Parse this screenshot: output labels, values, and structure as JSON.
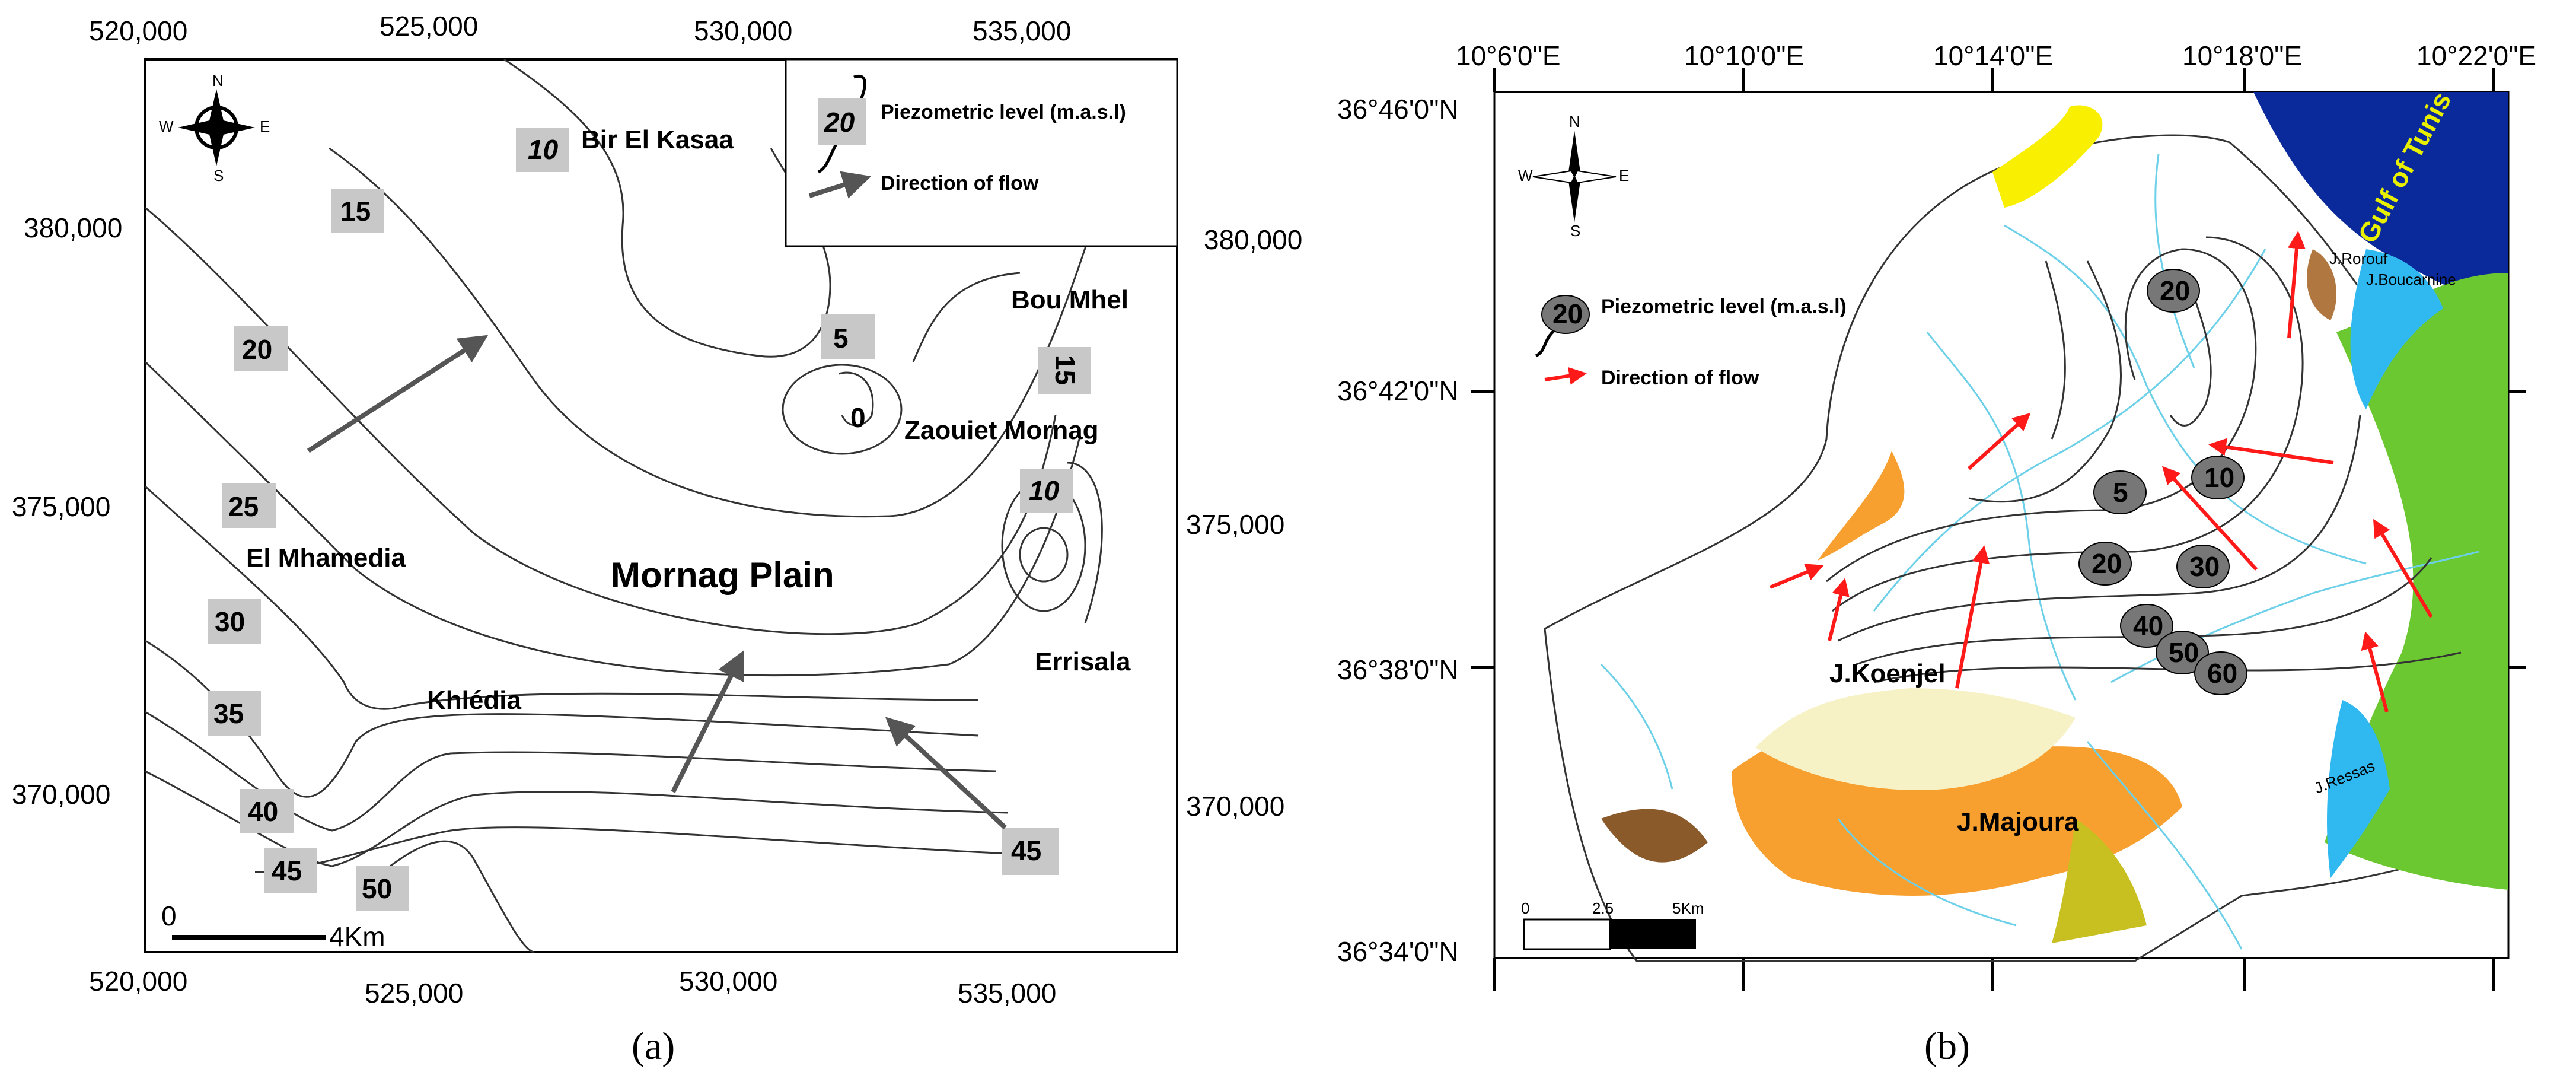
{
  "map_a": {
    "x_coords": [
      "520,000",
      "525,000",
      "530,000",
      "535,000"
    ],
    "y_coords_left": [
      "380,000",
      "375,000",
      "370,000"
    ],
    "y_coords_right": [
      "380,000",
      "375,000",
      "370,000"
    ],
    "contour_labels": [
      "10",
      "15",
      "20",
      "25",
      "30",
      "35",
      "40",
      "45",
      "50",
      "5",
      "0",
      "15",
      "10",
      "45"
    ],
    "places": {
      "bir_el_kasaa": "Bir El Kasaa",
      "bou_mhel": "Bou Mhel",
      "zaouiet_mornag": "Zaouiet Mornag",
      "el_mhamedia": "El Mhamedia",
      "mornag_plain": "Mornag Plain",
      "khledia": "Khlédia",
      "errisala": "Errisala"
    },
    "legend": {
      "sample_value": "20",
      "piezometric": "Piezometric level (m.a.s.l)",
      "flow": "Direction of flow"
    },
    "scale": {
      "zero": "0",
      "length": "4Km"
    },
    "compass": {
      "n": "N",
      "s": "S",
      "e": "E",
      "w": "W"
    },
    "caption": "(a)"
  },
  "map_b": {
    "x_coords": [
      "10°6'0\"E",
      "10°10'0\"E",
      "10°14'0\"E",
      "10°18'0\"E",
      "10°22'0\"E"
    ],
    "y_coords": [
      "36°46'0\"N",
      "36°42'0\"N",
      "36°38'0\"N",
      "36°34'0\"N"
    ],
    "contour_labels": [
      "20",
      "5",
      "10",
      "20",
      "30",
      "40",
      "50",
      "60"
    ],
    "places": {
      "gulf": "Gulf of Tunis",
      "j_rorouf": "J.Rorouf",
      "j_bou_carnine": "J.Boucarnine",
      "j_koenjel": "J.Koenjel",
      "j_majoura": "J.Majoura",
      "j_ressas": "J.Ressas"
    },
    "legend": {
      "sample_value": "20",
      "piezometric": "Piezometric level (m.a.s.l)",
      "flow": "Direction of flow"
    },
    "scale": {
      "zero": "0",
      "mid": "2.5",
      "length": "5Km"
    },
    "compass": {
      "n": "N",
      "s": "S",
      "e": "E",
      "w": "W"
    },
    "caption": "(b)"
  },
  "colors": {
    "contour": "#333333",
    "label_box": "#c8c8c8",
    "flow_arrow_a": "#555555",
    "flow_arrow_b": "#ff1a1a",
    "river": "#6cd0e8",
    "gulf": "#0a2a9c",
    "majoura": "#f7a030",
    "koenjel": "#f7f2c6",
    "marker": "#777777"
  }
}
